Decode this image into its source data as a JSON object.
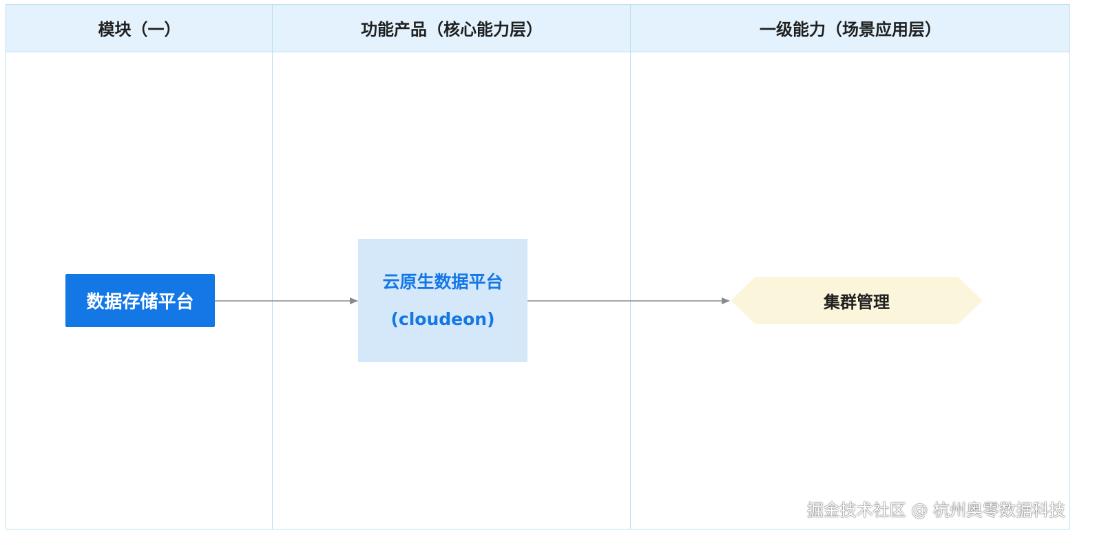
{
  "lanes": [
    {
      "header": "模块（一）"
    },
    {
      "header": "功能产品（核心能力层）"
    },
    {
      "header": "一级能力（场景应用层）"
    }
  ],
  "nodes": {
    "source": {
      "label": "数据存储平台"
    },
    "platform": {
      "line1": "云原生数据平台",
      "line2": "(cloudeon)"
    },
    "capability": {
      "label": "集群管理"
    }
  },
  "colors": {
    "lane_border": "#bfe0f2",
    "header_fill": "#e3f2fc",
    "source_fill": "#1477e6",
    "platform_fill": "#d5e8fa",
    "platform_text": "#1477e6",
    "capability_fill": "#fbf5dc",
    "arrow": "#8a8a8a"
  },
  "watermark": "掘金技术社区 @ 杭州奥零数据科技"
}
